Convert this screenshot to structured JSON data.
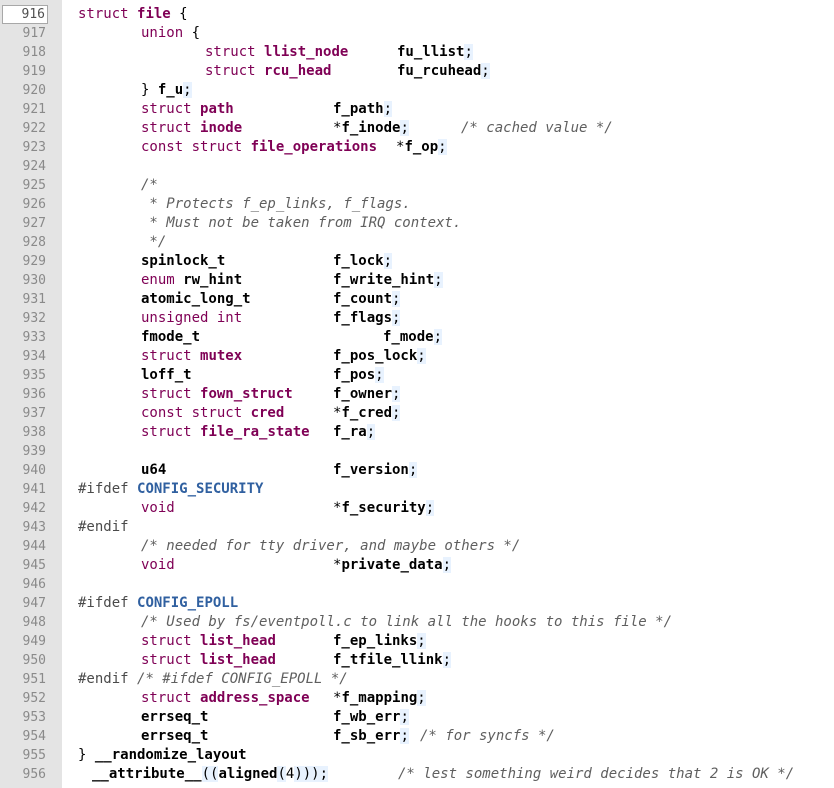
{
  "editor": {
    "current_line": "916",
    "lines": [
      {
        "no": "916",
        "current": true,
        "toks": [
          {
            "c": 78,
            "t": "struct ",
            "k": "kw"
          },
          {
            "c": 0,
            "t": "file",
            "k": "typ"
          },
          {
            "c": 0,
            "t": " {",
            "k": "pl"
          }
        ]
      },
      {
        "no": "917",
        "toks": [
          {
            "c": 141,
            "t": "union",
            "k": "kw"
          },
          {
            "c": 0,
            "t": " {",
            "k": "pl"
          }
        ]
      },
      {
        "no": "918",
        "toks": [
          {
            "c": 205,
            "t": "struct ",
            "k": "kw"
          },
          {
            "c": 0,
            "t": "llist_node",
            "k": "typ"
          },
          {
            "c": 397,
            "t": "fu_llist",
            "k": "id"
          },
          {
            "c": 0,
            "t": ";",
            "k": "hl"
          }
        ]
      },
      {
        "no": "919",
        "toks": [
          {
            "c": 205,
            "t": "struct ",
            "k": "kw"
          },
          {
            "c": 0,
            "t": "rcu_head",
            "k": "typ"
          },
          {
            "c": 397,
            "t": "fu_rcuhead",
            "k": "id"
          },
          {
            "c": 0,
            "t": ";",
            "k": "hl"
          }
        ]
      },
      {
        "no": "920",
        "toks": [
          {
            "c": 141,
            "t": "} ",
            "k": "pl"
          },
          {
            "c": 0,
            "t": "f_u",
            "k": "id"
          },
          {
            "c": 0,
            "t": ";",
            "k": "hl"
          }
        ]
      },
      {
        "no": "921",
        "toks": [
          {
            "c": 141,
            "t": "struct ",
            "k": "kw"
          },
          {
            "c": 0,
            "t": "path",
            "k": "typ"
          },
          {
            "c": 333,
            "t": "f_path",
            "k": "id"
          },
          {
            "c": 0,
            "t": ";",
            "k": "hl"
          }
        ]
      },
      {
        "no": "922",
        "toks": [
          {
            "c": 141,
            "t": "struct ",
            "k": "kw"
          },
          {
            "c": 0,
            "t": "inode",
            "k": "typ"
          },
          {
            "c": 333,
            "t": "*",
            "k": "pl"
          },
          {
            "c": 0,
            "t": "f_inode",
            "k": "id"
          },
          {
            "c": 0,
            "t": ";",
            "k": "hl"
          },
          {
            "c": 461,
            "t": "/* cached value */",
            "k": "cm"
          }
        ]
      },
      {
        "no": "923",
        "toks": [
          {
            "c": 141,
            "t": "const struct ",
            "k": "kw"
          },
          {
            "c": 0,
            "t": "file_operations",
            "k": "typ"
          },
          {
            "c": 396,
            "t": "*",
            "k": "pl"
          },
          {
            "c": 0,
            "t": "f_op",
            "k": "id"
          },
          {
            "c": 0,
            "t": ";",
            "k": "hl"
          }
        ]
      },
      {
        "no": "924",
        "toks": []
      },
      {
        "no": "925",
        "toks": [
          {
            "c": 141,
            "t": "/*",
            "k": "cm"
          }
        ]
      },
      {
        "no": "926",
        "toks": [
          {
            "c": 141,
            "t": " * Protects f_ep_links, f_flags.",
            "k": "cm"
          }
        ]
      },
      {
        "no": "927",
        "toks": [
          {
            "c": 141,
            "t": " * Must not be taken from IRQ context.",
            "k": "cm"
          }
        ]
      },
      {
        "no": "928",
        "toks": [
          {
            "c": 141,
            "t": " */",
            "k": "cm"
          }
        ]
      },
      {
        "no": "929",
        "toks": [
          {
            "c": 141,
            "t": "spinlock_t",
            "k": "id"
          },
          {
            "c": 333,
            "t": "f_lock",
            "k": "id"
          },
          {
            "c": 0,
            "t": ";",
            "k": "hl"
          }
        ]
      },
      {
        "no": "930",
        "toks": [
          {
            "c": 141,
            "t": "enum ",
            "k": "kw"
          },
          {
            "c": 0,
            "t": "rw_hint",
            "k": "id"
          },
          {
            "c": 333,
            "t": "f_write_hint",
            "k": "id"
          },
          {
            "c": 0,
            "t": ";",
            "k": "hl"
          }
        ]
      },
      {
        "no": "931",
        "toks": [
          {
            "c": 141,
            "t": "atomic_long_t",
            "k": "id"
          },
          {
            "c": 333,
            "t": "f_count",
            "k": "id"
          },
          {
            "c": 0,
            "t": ";",
            "k": "hl"
          }
        ]
      },
      {
        "no": "932",
        "toks": [
          {
            "c": 141,
            "t": "unsigned int",
            "k": "kw"
          },
          {
            "c": 333,
            "t": "f_flags",
            "k": "id"
          },
          {
            "c": 0,
            "t": ";",
            "k": "hl"
          }
        ]
      },
      {
        "no": "933",
        "toks": [
          {
            "c": 141,
            "t": "fmode_t",
            "k": "id"
          },
          {
            "c": 383,
            "t": "f_mode",
            "k": "id"
          },
          {
            "c": 0,
            "t": ";",
            "k": "hl"
          }
        ]
      },
      {
        "no": "934",
        "toks": [
          {
            "c": 141,
            "t": "struct ",
            "k": "kw"
          },
          {
            "c": 0,
            "t": "mutex",
            "k": "typ"
          },
          {
            "c": 333,
            "t": "f_pos_lock",
            "k": "id"
          },
          {
            "c": 0,
            "t": ";",
            "k": "hl"
          }
        ]
      },
      {
        "no": "935",
        "toks": [
          {
            "c": 141,
            "t": "loff_t",
            "k": "id"
          },
          {
            "c": 333,
            "t": "f_pos",
            "k": "id"
          },
          {
            "c": 0,
            "t": ";",
            "k": "hl"
          }
        ]
      },
      {
        "no": "936",
        "toks": [
          {
            "c": 141,
            "t": "struct ",
            "k": "kw"
          },
          {
            "c": 0,
            "t": "fown_struct",
            "k": "typ"
          },
          {
            "c": 333,
            "t": "f_owner",
            "k": "id"
          },
          {
            "c": 0,
            "t": ";",
            "k": "hl"
          }
        ]
      },
      {
        "no": "937",
        "toks": [
          {
            "c": 141,
            "t": "const struct ",
            "k": "kw"
          },
          {
            "c": 0,
            "t": "cred",
            "k": "typ"
          },
          {
            "c": 333,
            "t": "*",
            "k": "pl"
          },
          {
            "c": 0,
            "t": "f_cred",
            "k": "id"
          },
          {
            "c": 0,
            "t": ";",
            "k": "hl"
          }
        ]
      },
      {
        "no": "938",
        "toks": [
          {
            "c": 141,
            "t": "struct ",
            "k": "kw"
          },
          {
            "c": 0,
            "t": "file_ra_state",
            "k": "typ"
          },
          {
            "c": 333,
            "t": "f_ra",
            "k": "id"
          },
          {
            "c": 0,
            "t": ";",
            "k": "hl"
          }
        ]
      },
      {
        "no": "939",
        "toks": []
      },
      {
        "no": "940",
        "toks": [
          {
            "c": 141,
            "t": "u64",
            "k": "id"
          },
          {
            "c": 333,
            "t": "f_version",
            "k": "id"
          },
          {
            "c": 0,
            "t": ";",
            "k": "hl"
          }
        ]
      },
      {
        "no": "941",
        "toks": [
          {
            "c": 78,
            "t": "#ifdef ",
            "k": "pp"
          },
          {
            "c": 0,
            "t": "CONFIG_SECURITY",
            "k": "mac"
          }
        ]
      },
      {
        "no": "942",
        "toks": [
          {
            "c": 141,
            "t": "void",
            "k": "kw"
          },
          {
            "c": 333,
            "t": "*",
            "k": "pl"
          },
          {
            "c": 0,
            "t": "f_security",
            "k": "id"
          },
          {
            "c": 0,
            "t": ";",
            "k": "hl"
          }
        ]
      },
      {
        "no": "943",
        "toks": [
          {
            "c": 78,
            "t": "#endif",
            "k": "pp"
          }
        ]
      },
      {
        "no": "944",
        "toks": [
          {
            "c": 141,
            "t": "/* needed for tty driver, and maybe others */",
            "k": "cm"
          }
        ]
      },
      {
        "no": "945",
        "toks": [
          {
            "c": 141,
            "t": "void",
            "k": "kw"
          },
          {
            "c": 333,
            "t": "*",
            "k": "pl"
          },
          {
            "c": 0,
            "t": "private_data",
            "k": "id"
          },
          {
            "c": 0,
            "t": ";",
            "k": "hl"
          }
        ]
      },
      {
        "no": "946",
        "toks": []
      },
      {
        "no": "947",
        "toks": [
          {
            "c": 78,
            "t": "#ifdef ",
            "k": "pp"
          },
          {
            "c": 0,
            "t": "CONFIG_EPOLL",
            "k": "mac"
          }
        ]
      },
      {
        "no": "948",
        "toks": [
          {
            "c": 141,
            "t": "/* Used by fs/eventpoll.c to link all the hooks to this file */",
            "k": "cm"
          }
        ]
      },
      {
        "no": "949",
        "toks": [
          {
            "c": 141,
            "t": "struct ",
            "k": "kw"
          },
          {
            "c": 0,
            "t": "list_head",
            "k": "typ"
          },
          {
            "c": 333,
            "t": "f_ep_links",
            "k": "id"
          },
          {
            "c": 0,
            "t": ";",
            "k": "hl"
          }
        ]
      },
      {
        "no": "950",
        "toks": [
          {
            "c": 141,
            "t": "struct ",
            "k": "kw"
          },
          {
            "c": 0,
            "t": "list_head",
            "k": "typ"
          },
          {
            "c": 333,
            "t": "f_tfile_llink",
            "k": "id"
          },
          {
            "c": 0,
            "t": ";",
            "k": "hl"
          }
        ]
      },
      {
        "no": "951",
        "toks": [
          {
            "c": 78,
            "t": "#endif ",
            "k": "pp"
          },
          {
            "c": 0,
            "t": "/* #ifdef CONFIG_EPOLL */",
            "k": "cm"
          }
        ]
      },
      {
        "no": "952",
        "toks": [
          {
            "c": 141,
            "t": "struct ",
            "k": "kw"
          },
          {
            "c": 0,
            "t": "address_space",
            "k": "typ"
          },
          {
            "c": 333,
            "t": "*",
            "k": "pl"
          },
          {
            "c": 0,
            "t": "f_mapping",
            "k": "id"
          },
          {
            "c": 0,
            "t": ";",
            "k": "hl"
          }
        ]
      },
      {
        "no": "953",
        "toks": [
          {
            "c": 141,
            "t": "errseq_t",
            "k": "id"
          },
          {
            "c": 333,
            "t": "f_wb_err",
            "k": "id"
          },
          {
            "c": 0,
            "t": ";",
            "k": "hl"
          }
        ]
      },
      {
        "no": "954",
        "toks": [
          {
            "c": 141,
            "t": "errseq_t",
            "k": "id"
          },
          {
            "c": 333,
            "t": "f_sb_err",
            "k": "id"
          },
          {
            "c": 0,
            "t": ";",
            "k": "hl"
          },
          {
            "c": 420,
            "t": "/* for syncfs */",
            "k": "cm"
          }
        ]
      },
      {
        "no": "955",
        "toks": [
          {
            "c": 78,
            "t": "} ",
            "k": "pl"
          },
          {
            "c": 0,
            "t": "__randomize_layout",
            "k": "id"
          }
        ]
      },
      {
        "no": "956",
        "toks": [
          {
            "c": 92,
            "t": "__attribute__",
            "k": "id"
          },
          {
            "c": 0,
            "t": "((",
            "k": "hl"
          },
          {
            "c": 0,
            "t": "aligned",
            "k": "id"
          },
          {
            "c": 0,
            "t": "(",
            "k": "hl"
          },
          {
            "c": 0,
            "t": "4",
            "k": "pl"
          },
          {
            "c": 0,
            "t": ")));",
            "k": "hl"
          },
          {
            "c": 398,
            "t": "/* lest something weird decides that 2 is OK */",
            "k": "cm"
          }
        ]
      }
    ]
  }
}
